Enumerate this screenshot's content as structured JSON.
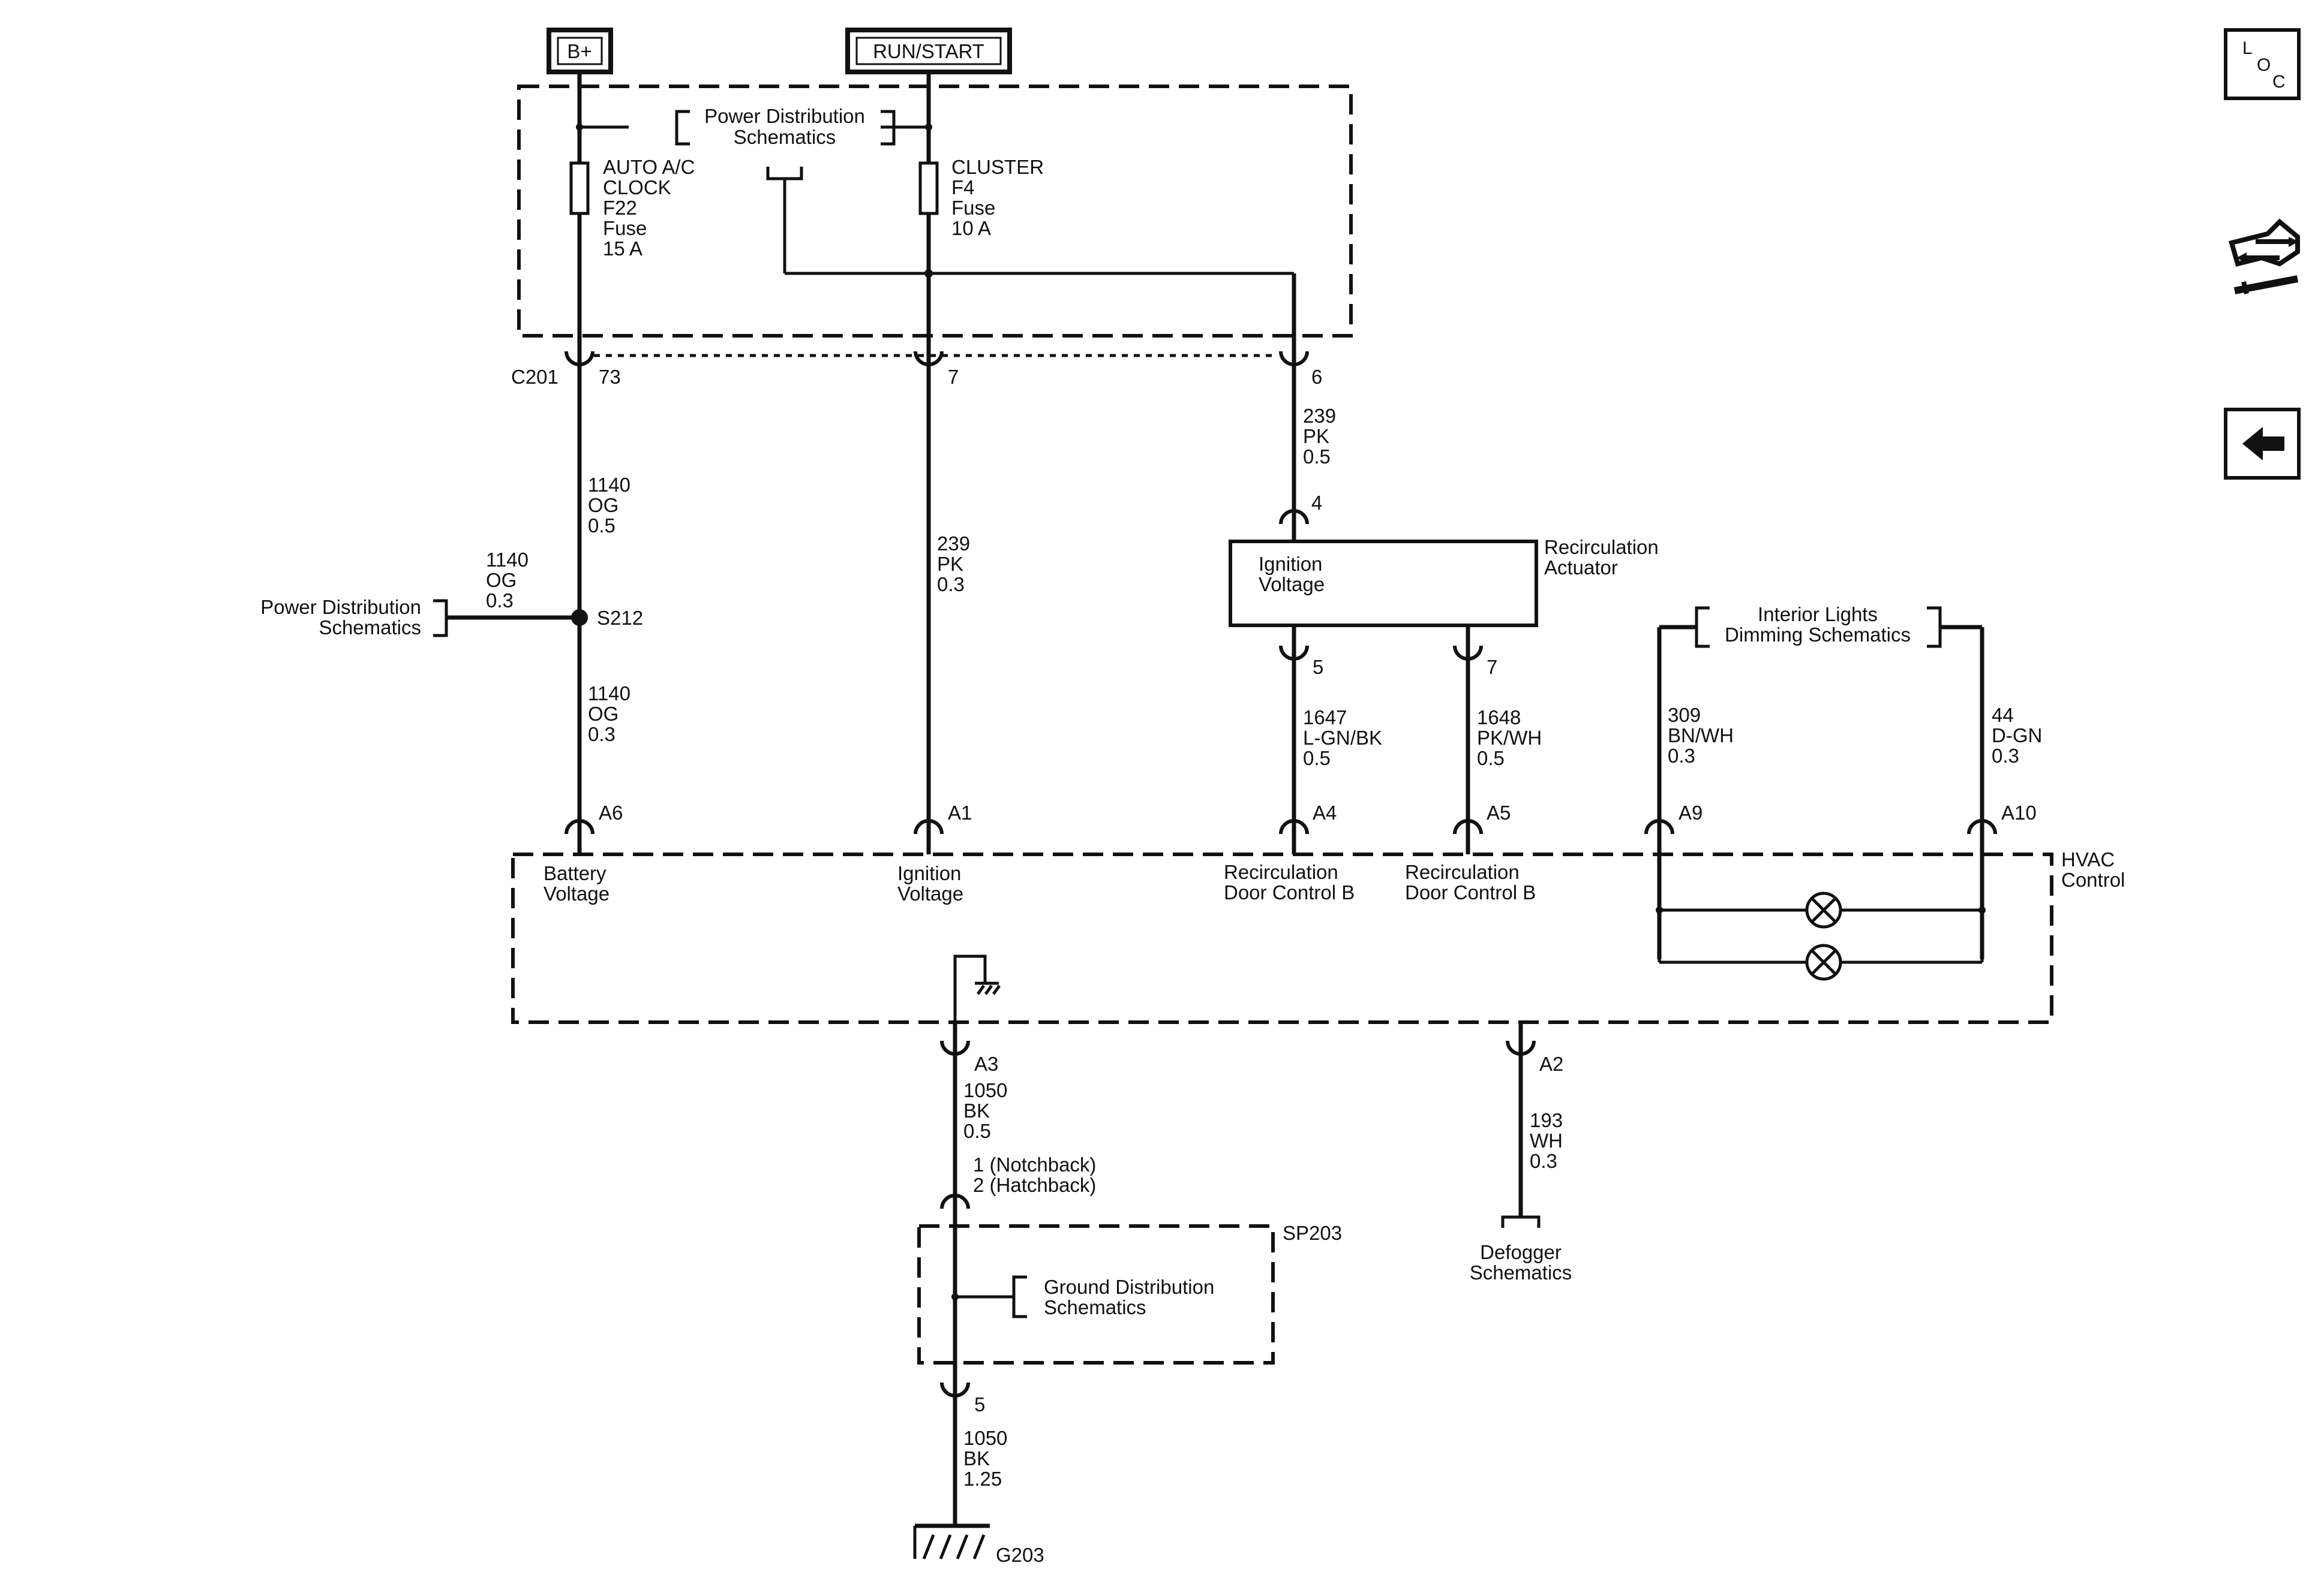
{
  "power_sources": {
    "battery": "B+",
    "ignition": "RUN/START"
  },
  "fuse_block": {
    "link_label": [
      "Power Distribution",
      "Schematics"
    ],
    "fuse_left": [
      "AUTO A/C",
      "CLOCK",
      "F22",
      "Fuse",
      "15 A"
    ],
    "fuse_right": [
      "CLUSTER",
      "F4",
      "Fuse",
      "10 A"
    ],
    "connector": "C201",
    "pins": [
      "73",
      "7",
      "6"
    ]
  },
  "wires": {
    "w_c201_73": [
      "1140",
      "OG",
      "0.5"
    ],
    "w_s212_left": [
      "1140",
      "OG",
      "0.3"
    ],
    "w_s212_down": [
      "1140",
      "OG",
      "0.3"
    ],
    "w_c201_7": [
      "239",
      "PK",
      "0.3"
    ],
    "w_c201_6": [
      "239",
      "PK",
      "0.5"
    ],
    "w_act_5": [
      "1647",
      "L-GN/BK",
      "0.5"
    ],
    "w_act_7": [
      "1648",
      "PK/WH",
      "0.5"
    ],
    "w_a9": [
      "309",
      "BN/WH",
      "0.3"
    ],
    "w_a10": [
      "44",
      "D-GN",
      "0.3"
    ],
    "w_a3": [
      "1050",
      "BK",
      "0.5"
    ],
    "w_a2": [
      "193",
      "WH",
      "0.3"
    ],
    "w_g203": [
      "1050",
      "BK",
      "1.25"
    ]
  },
  "splice_s212": {
    "name": "S212",
    "link": [
      "Power Distribution",
      "Schematics"
    ]
  },
  "actuator": {
    "name": [
      "Recirculation",
      "Actuator"
    ],
    "function": [
      "Ignition",
      "Voltage"
    ],
    "pin_in": "4",
    "pin_out_left": "5",
    "pin_out_right": "7"
  },
  "interior_lights": [
    "Interior Lights",
    "Dimming Schematics"
  ],
  "hvac": {
    "name": [
      "HVAC",
      "Control"
    ],
    "pins": {
      "A6": "A6",
      "A1": "A1",
      "A4": "A4",
      "A5": "A5",
      "A9": "A9",
      "A10": "A10",
      "A3": "A3",
      "A2": "A2"
    },
    "functions": {
      "battery": [
        "Battery",
        "Voltage"
      ],
      "ignition": [
        "Ignition",
        "Voltage"
      ],
      "recirc_a4": [
        "Recirculation",
        "Door Control B"
      ],
      "recirc_a5": [
        "Recirculation",
        "Door Control B"
      ]
    }
  },
  "ground_path": {
    "conn_labels": [
      "1 (Notchback)",
      "2 (Hatchback)"
    ],
    "pin_below_sp203": "5"
  },
  "sp203": {
    "name": "SP203",
    "link": [
      "Ground Distribution",
      "Schematics"
    ]
  },
  "defogger": [
    "Defogger",
    "Schematics"
  ],
  "g203": "G203",
  "side_buttons": {
    "locator_letters": [
      "L",
      "O",
      "C"
    ],
    "connector_icon": "connector-view-icon",
    "back_icon": "back-arrow-icon"
  }
}
